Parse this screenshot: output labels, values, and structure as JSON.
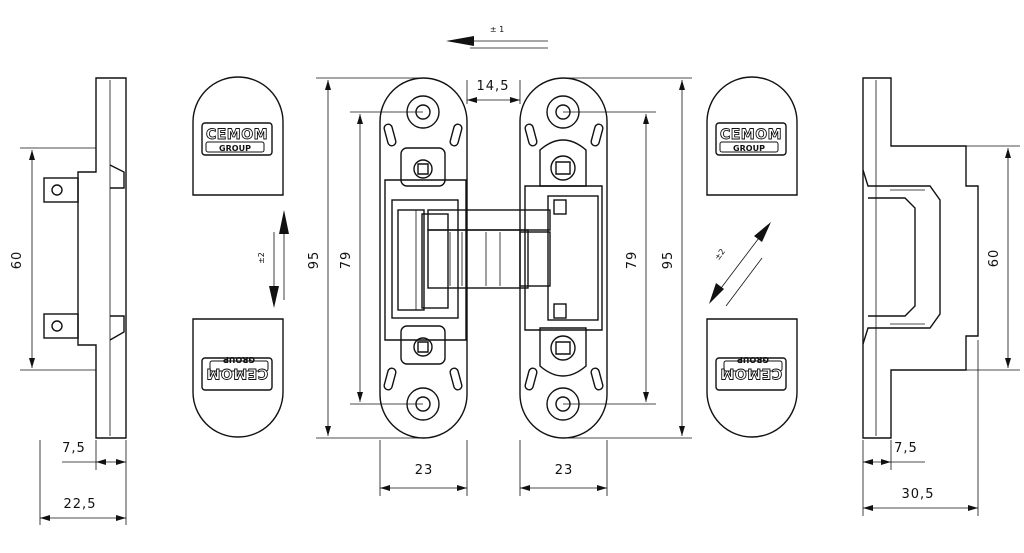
{
  "logo": {
    "main": "CEMOM",
    "sub": "GROUP"
  },
  "dimensions": {
    "left_height": "60",
    "left_offset": "7,5",
    "left_width": "22,5",
    "top_gap": "14,5",
    "center_height_inner_left": "79",
    "center_height_outer_left": "95",
    "center_height_inner_right": "79",
    "center_height_outer_right": "95",
    "bottom_width_left": "23",
    "bottom_width_right": "23",
    "right_height": "60",
    "right_offset": "7,5",
    "right_width": "30,5"
  },
  "tolerances": {
    "horizontal": "± 1",
    "vertical": "±2",
    "diagonal": "±2"
  }
}
